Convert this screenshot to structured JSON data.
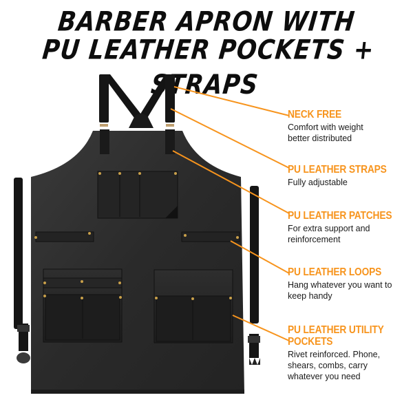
{
  "title": {
    "line1": "Barber Apron with",
    "line2": "PU Leather Pockets + Straps"
  },
  "colors": {
    "accent": "#f7941d",
    "apron": "#2b2b2b",
    "strap": "#151515",
    "rivet": "#c9a04a",
    "text": "#1a1a1a"
  },
  "features": [
    {
      "title": "NECK FREE",
      "description": "Comfort with weight better distributed"
    },
    {
      "title": "PU LEATHER STRAPS",
      "description": "Fully adjustable"
    },
    {
      "title": "PU LEATHER PATCHES",
      "description": "For extra support and reinforcement"
    },
    {
      "title": "PU LEATHER LOOPS",
      "description": "Hang whatever you want to keep handy"
    },
    {
      "title_line1": "PU LEATHER UTILITY",
      "title_line2": "POCKETS",
      "description": "Rivet reinforced. Phone, shears, combs, carry whatever you need"
    }
  ],
  "product_image": {
    "label": "black barber apron with leather pockets and cross-back straps"
  }
}
